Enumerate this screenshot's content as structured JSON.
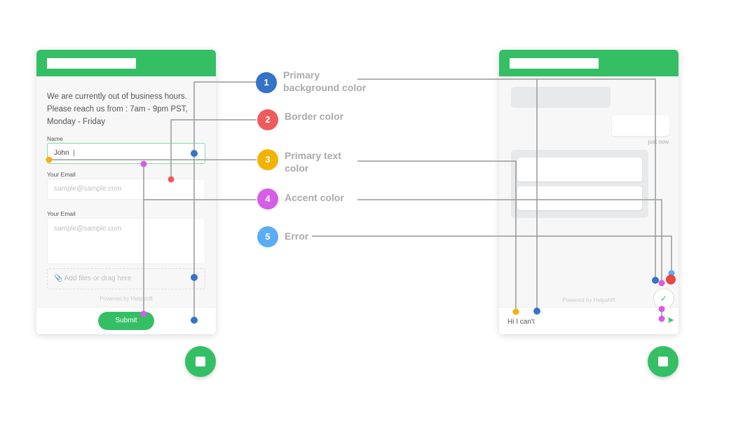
{
  "form_widget": {
    "message": [
      "We are currently out of  business hours.",
      "Please reach us from : 7am - 9pm PST,",
      "Monday - Friday"
    ],
    "name_label": "Name",
    "name_value": "John",
    "email_label": "Your Email",
    "email_placeholder": "sample@sample.com",
    "email2_label": "Your Email",
    "email2_placeholder": "sample@sample.com",
    "attach_label": "Add files or drag here",
    "powered_by": "Powered by Helpshift",
    "submit_label": "Submit"
  },
  "chat_widget": {
    "timestamp": "just now",
    "powered_by": "Powered by Helpshift",
    "input_value": "Hi I can't"
  },
  "legend": [
    {
      "num": "1",
      "label": "Primary background color",
      "color": "#3573c9"
    },
    {
      "num": "2",
      "label": "Border color",
      "color": "#f05a5a"
    },
    {
      "num": "3",
      "label": "Primary text color",
      "color": "#f2b305"
    },
    {
      "num": "4",
      "label": "Accent color",
      "color": "#d65de8"
    },
    {
      "num": "5",
      "label": "Error",
      "color": "#5aacf5"
    }
  ],
  "colors": {
    "brand": "#35bf65"
  }
}
